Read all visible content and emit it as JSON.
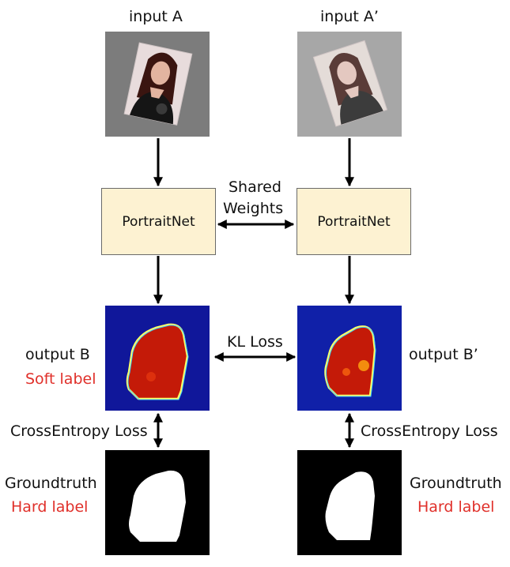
{
  "left": {
    "input_label": "input A",
    "net_label": "PortraitNet",
    "output_label": "output B",
    "output_sub": "Soft label",
    "gt_label": "Groundtruth",
    "gt_sub": "Hard label",
    "loss_label": "CrossEntropy Loss"
  },
  "right": {
    "input_label": "input A’",
    "net_label": "PortraitNet",
    "output_label": "output B’",
    "gt_label": "Groundtruth",
    "gt_sub": "Hard label",
    "loss_label": "CrossEntropy Loss"
  },
  "center": {
    "shared_line1": "Shared",
    "shared_line2": "Weights",
    "kl_label": "KL Loss"
  },
  "colors": {
    "box_fill": "#fdf2d2",
    "label_red": "#e0302a",
    "heatmap_bg": "#10179a",
    "heatmap_body": "#c41a08"
  }
}
